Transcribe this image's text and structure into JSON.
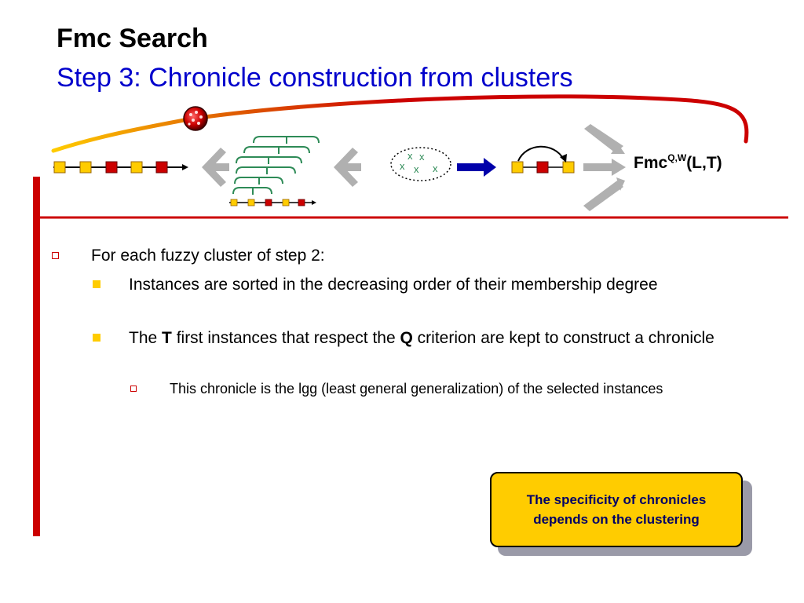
{
  "slide": {
    "title": "Fmc Search",
    "subtitle": "Step 3: Chronicle construction from clusters"
  },
  "diagram": {
    "cluster_marks": [
      "x",
      "x",
      "x",
      "x",
      "x"
    ],
    "fmc_main": "Fmc",
    "fmc_sup": "Q,W",
    "fmc_args": "(L,T)"
  },
  "bullets": {
    "level1": "For each fuzzy cluster of step 2:",
    "level2a": "Instances are sorted in the decreasing order of their membership degree",
    "level2b_pre": "The ",
    "level2b_t": "T",
    "level2b_mid": " first instances that respect the ",
    "level2b_q": "Q",
    "level2b_post": " criterion are kept to construct a chronicle",
    "level3": "This chronicle is the lgg (least general generalization) of the selected instances"
  },
  "note": {
    "text": "The specificity of chronicles depends on the clustering"
  },
  "colors": {
    "accent_red": "#cc0000",
    "title_blue": "#0000cc",
    "event_yellow": "#ffcc00",
    "event_red": "#cc0000",
    "bracket_green": "#2e8b57",
    "arrow_gray": "#b0b0b0",
    "arrow_blue": "#0000aa"
  }
}
